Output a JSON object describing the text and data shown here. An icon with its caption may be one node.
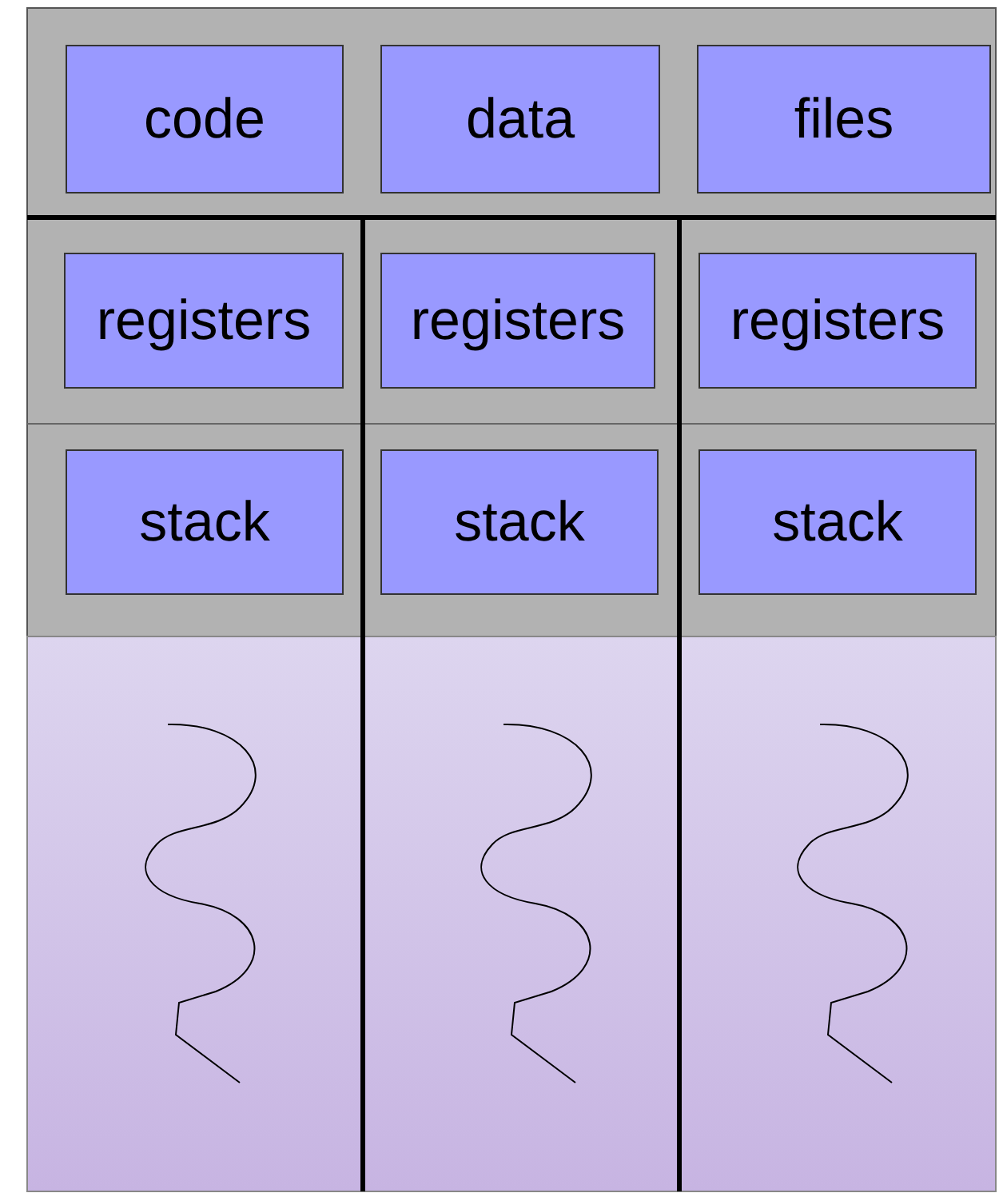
{
  "diagram": {
    "nodes": [
      {
        "text": [
          "code"
        ]
      },
      {
        "text": [
          "data"
        ]
      },
      {
        "text": [
          "files"
        ]
      },
      {
        "text": [
          "registers"
        ]
      },
      {
        "text": [
          "registers"
        ]
      },
      {
        "text": [
          "registers"
        ]
      },
      {
        "text": [
          "stack"
        ]
      },
      {
        "text": [
          "stack"
        ]
      },
      {
        "text": [
          "stack"
        ]
      }
    ]
  }
}
